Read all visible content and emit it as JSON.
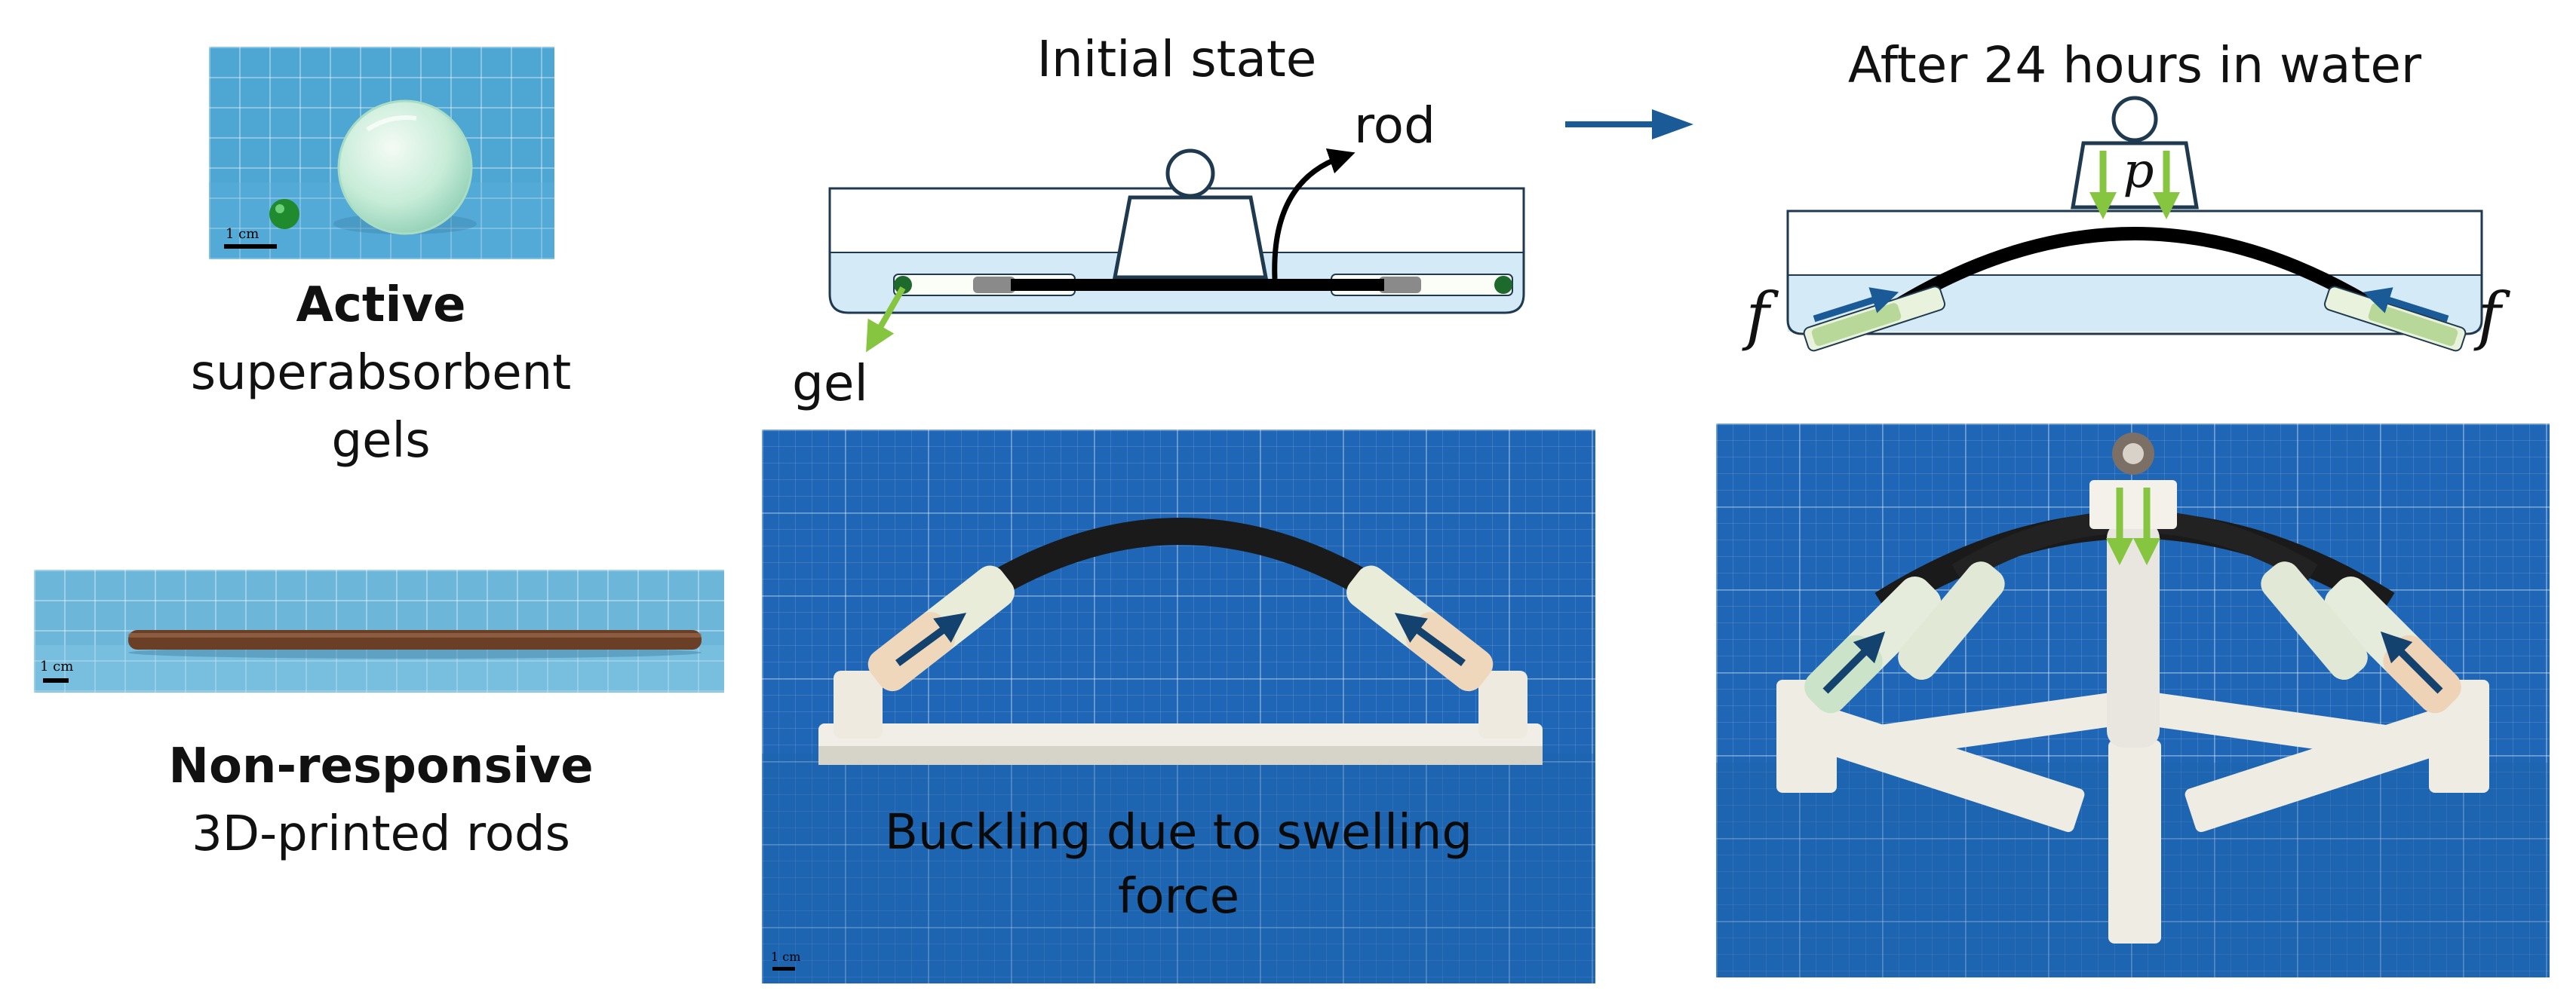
{
  "left": {
    "gel_photo_scale": "1 cm",
    "active_title": "Active",
    "active_line1": "superabsorbent",
    "active_line2": "gels",
    "rod_photo_scale": "1 cm",
    "passive_title": "Non-responsive",
    "passive_line1": "3D-printed rods"
  },
  "initial": {
    "title": "Initial state",
    "rod_label": "rod",
    "gel_label": "gel"
  },
  "after": {
    "title": "After 24 hours in water",
    "p_label": "p",
    "f_left": "f",
    "f_right": "f"
  },
  "photo_middle": {
    "caption_line1": "Buckling due to swelling",
    "caption_line2": "force",
    "scale": "1 cm"
  },
  "colors": {
    "arrow_blue": "#1a5a96",
    "gel_green": "#86c540",
    "water": "#d4eaf6",
    "outline": "#1f3a4f",
    "photo_blue": "#1f67b6"
  }
}
